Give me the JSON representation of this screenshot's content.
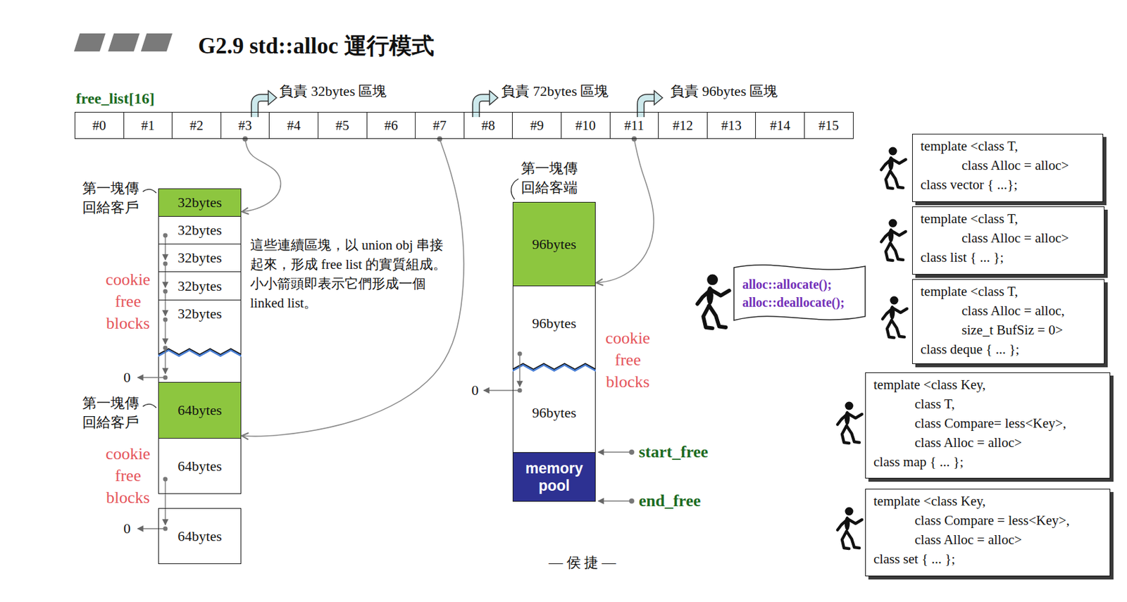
{
  "diagram": {
    "title": "G2.9 std::alloc 運行模式",
    "nodes": [
      {
        "text": [
          "#0"
        ]
      },
      {
        "text": [
          "#1"
        ]
      },
      {
        "text": [
          "#2"
        ]
      },
      {
        "text": [
          "#3"
        ]
      },
      {
        "text": [
          "#4"
        ]
      },
      {
        "text": [
          "#5"
        ]
      },
      {
        "text": [
          "#6"
        ]
      },
      {
        "text": [
          "#7"
        ]
      },
      {
        "text": [
          "#8"
        ]
      },
      {
        "text": [
          "#9"
        ]
      },
      {
        "text": [
          "#10"
        ]
      },
      {
        "text": [
          "#11"
        ]
      },
      {
        "text": [
          "#12"
        ]
      },
      {
        "text": [
          "#13"
        ]
      },
      {
        "text": [
          "#14"
        ]
      },
      {
        "text": [
          "#15"
        ]
      },
      {
        "text": [
          "32bytes"
        ]
      },
      {
        "text": [
          "32bytes"
        ]
      },
      {
        "text": [
          "32bytes"
        ]
      },
      {
        "text": [
          "32bytes"
        ]
      },
      {
        "text": [
          "32bytes"
        ]
      },
      {
        "text": [
          "64bytes"
        ]
      },
      {
        "text": [
          "64bytes"
        ]
      },
      {
        "text": [
          "64bytes"
        ]
      },
      {
        "text": [
          "96bytes"
        ]
      },
      {
        "text": [
          "96bytes"
        ]
      },
      {
        "text": [
          "96bytes"
        ]
      },
      {
        "text": [
          "memory pool"
        ]
      },
      {
        "text": [
          "alloc::allocate(); alloc::deallocate();"
        ]
      },
      {
        "text": [
          "template <class T,",
          "class Alloc = alloc>",
          "class vector { ...};"
        ]
      },
      {
        "text": [
          "template <class T,",
          "class Alloc = alloc>",
          "class list { ... };"
        ]
      },
      {
        "text": [
          "template <class T,",
          "class Alloc = alloc,",
          "size_t BufSiz = 0>",
          "class deque { ... };"
        ]
      },
      {
        "text": [
          "template <class Key,",
          "class T,",
          "class Compare= less<Key>,",
          "class Alloc = alloc>",
          "class map { ... };"
        ]
      },
      {
        "text": [
          "template <class Key,",
          "class Compare = less<Key>,",
          "class Alloc = alloc>",
          "class set { ... };"
        ]
      }
    ],
    "edges": [
      {
        "from": 3,
        "to": 16,
        "arrow": "to"
      },
      {
        "from": 17,
        "to": 18,
        "arrow": "to"
      },
      {
        "from": 18,
        "to": 19,
        "arrow": "to"
      },
      {
        "from": 19,
        "to": 20,
        "arrow": "to"
      },
      {
        "from": 7,
        "to": 21,
        "arrow": "to"
      },
      {
        "from": 22,
        "to": 23,
        "arrow": "to"
      },
      {
        "from": 11,
        "to": 24,
        "arrow": "to"
      },
      {
        "from": 25,
        "to": 26,
        "arrow": "to"
      }
    ],
    "labels": [
      "free_list[16]",
      "負責 32bytes 區塊",
      "負責 72bytes 區塊",
      "負責 96bytes 區塊",
      "第一塊傳回給客戶",
      "cookie free blocks",
      "這些連續區塊，以 union obj 串接起來，形成 free list 的實質組成。小小箭頭即表示它們形成一個 linked list。",
      "0",
      "第一塊傳回給客戶",
      "cookie free blocks",
      "0",
      "第一塊傳回給客端",
      "cookie free blocks",
      "0",
      "start_free",
      "end_free",
      "— 侯 捷 —"
    ]
  }
}
